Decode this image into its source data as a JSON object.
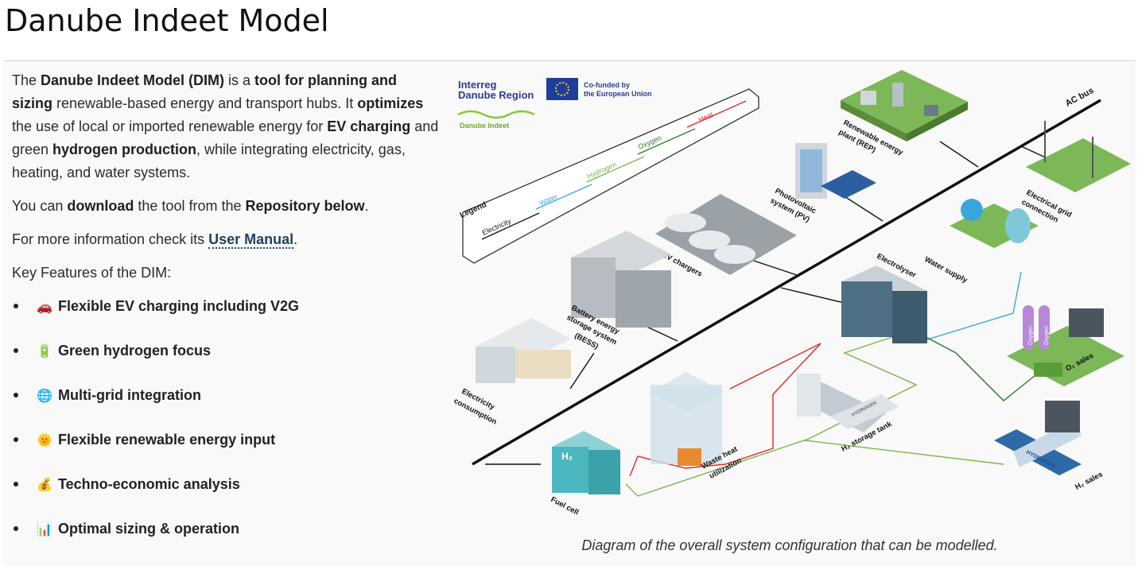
{
  "page": {
    "title": "Danube Indeet Model",
    "intro": {
      "p1": {
        "s1": "The ",
        "b1": "Danube Indeet Model (DIM)",
        "s2": " is a ",
        "b2": "tool for planning and sizing",
        "s3": " renewable-based energy and transport hubs. It ",
        "b3": "optimizes",
        "s4": " the use of local or imported renewable energy for ",
        "b4": "EV charging",
        "s5": " and green ",
        "b5": "hydrogen production",
        "s6": ", while integrating electricity, gas, heating, and water systems."
      },
      "p2": {
        "s1": "You can ",
        "b1": "download",
        "s2": " the tool from the ",
        "b2": "Repository below",
        "s3": "."
      },
      "p3": {
        "s1": "For more information check its ",
        "link": "User Manual",
        "s2": "."
      },
      "p4": "Key Features of the DIM:"
    },
    "features": [
      {
        "icon": "🚗",
        "label": "Flexible EV charging including V2G"
      },
      {
        "icon": "🔋",
        "label": "Green hydrogen focus"
      },
      {
        "icon": "🌐",
        "label": "Multi-grid integration"
      },
      {
        "icon": "🌞",
        "label": "Flexible renewable energy input"
      },
      {
        "icon": "💰",
        "label": "Techno-economic analysis"
      },
      {
        "icon": "📊",
        "label": "Optimal sizing & operation"
      }
    ],
    "caption": "Diagram of the overall system configuration that can be modelled."
  },
  "diagram": {
    "logos": {
      "interreg_l1": "Interreg",
      "interreg_l2": "Danube Region",
      "eu_l1": "Co-funded by",
      "eu_l2": "the European Union",
      "project": "Danube Indeet"
    },
    "legend": {
      "title": "Legend",
      "items": [
        "Electricity",
        "Water",
        "Hydrogen",
        "Oxygen",
        "Heat"
      ]
    },
    "bus_label": "AC bus",
    "components": {
      "rep_1": "Renewable energy",
      "rep_2": "plant (REP)",
      "pv_1": "Photovoltaic",
      "pv_2": "system (PV)",
      "grid_1": "Electrical grid",
      "grid_2": "connection",
      "ev": "EV chargers",
      "water": "Water supply",
      "electrolyser": "Electrolyser",
      "bess_1": "Battery energy",
      "bess_2": "storage system",
      "bess_3": "(BESS)",
      "oxygen_tank": "Oxygen",
      "o2_sales": "O₂ sales",
      "elec_1": "Electricity",
      "elec_2": "consumption",
      "h2_tank": "H₂ storage tank",
      "h2_tank_text": "HYDROGEN",
      "waste_1": "Waste heat",
      "waste_2": "utilization",
      "fuel_cell": "Fuel cell",
      "fuel_cell_badge": "H₂",
      "truck_text": "HYDROGEN",
      "h2_sales": "H₂ sales"
    },
    "colors": {
      "electricity": "#111111",
      "water": "#3aa7dc",
      "hydrogen": "#7ab648",
      "oxygen": "#2f7a2f",
      "heat": "#e02424",
      "accent_link": "#1f3f5e"
    }
  }
}
